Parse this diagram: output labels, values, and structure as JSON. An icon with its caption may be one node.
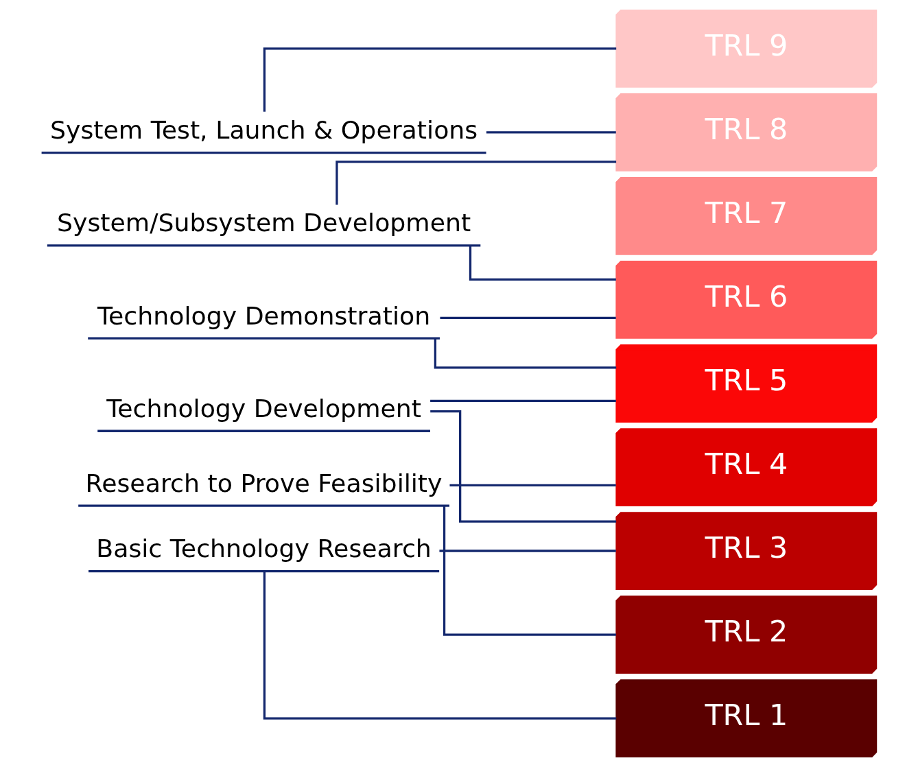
{
  "diagram": {
    "nodes": [
      {
        "text": [
          "System Test, Launch & Operations"
        ]
      },
      {
        "text": [
          "System/Subsystem Development"
        ]
      },
      {
        "text": [
          "Technology Demonstration"
        ]
      },
      {
        "text": [
          "Technology Development"
        ]
      },
      {
        "text": [
          "Research to Prove Feasibility"
        ]
      },
      {
        "text": [
          "Basic Technology Research"
        ]
      },
      {
        "text": [
          "TRL 9"
        ]
      },
      {
        "text": [
          "TRL 8"
        ]
      },
      {
        "text": [
          "TRL 7"
        ]
      },
      {
        "text": [
          "TRL 6"
        ]
      },
      {
        "text": [
          "TRL 5"
        ]
      },
      {
        "text": [
          "TRL 4"
        ]
      },
      {
        "text": [
          "TRL 3"
        ]
      },
      {
        "text": [
          "TRL 2"
        ]
      },
      {
        "text": [
          "TRL 1"
        ]
      }
    ],
    "edges": [
      {
        "from": 0,
        "to": 6,
        "arrow": "none"
      },
      {
        "from": 0,
        "to": 7,
        "arrow": "none"
      },
      {
        "from": 1,
        "to": 7,
        "arrow": "none"
      },
      {
        "from": 1,
        "to": 9,
        "arrow": "none"
      },
      {
        "from": 2,
        "to": 9,
        "arrow": "none"
      },
      {
        "from": 2,
        "to": 10,
        "arrow": "none"
      },
      {
        "from": 3,
        "to": 10,
        "arrow": "none"
      },
      {
        "from": 3,
        "to": 12,
        "arrow": "none"
      },
      {
        "from": 4,
        "to": 11,
        "arrow": "none"
      },
      {
        "from": 4,
        "to": 13,
        "arrow": "none"
      },
      {
        "from": 5,
        "to": 12,
        "arrow": "none"
      },
      {
        "from": 5,
        "to": 14,
        "arrow": "none"
      }
    ]
  }
}
